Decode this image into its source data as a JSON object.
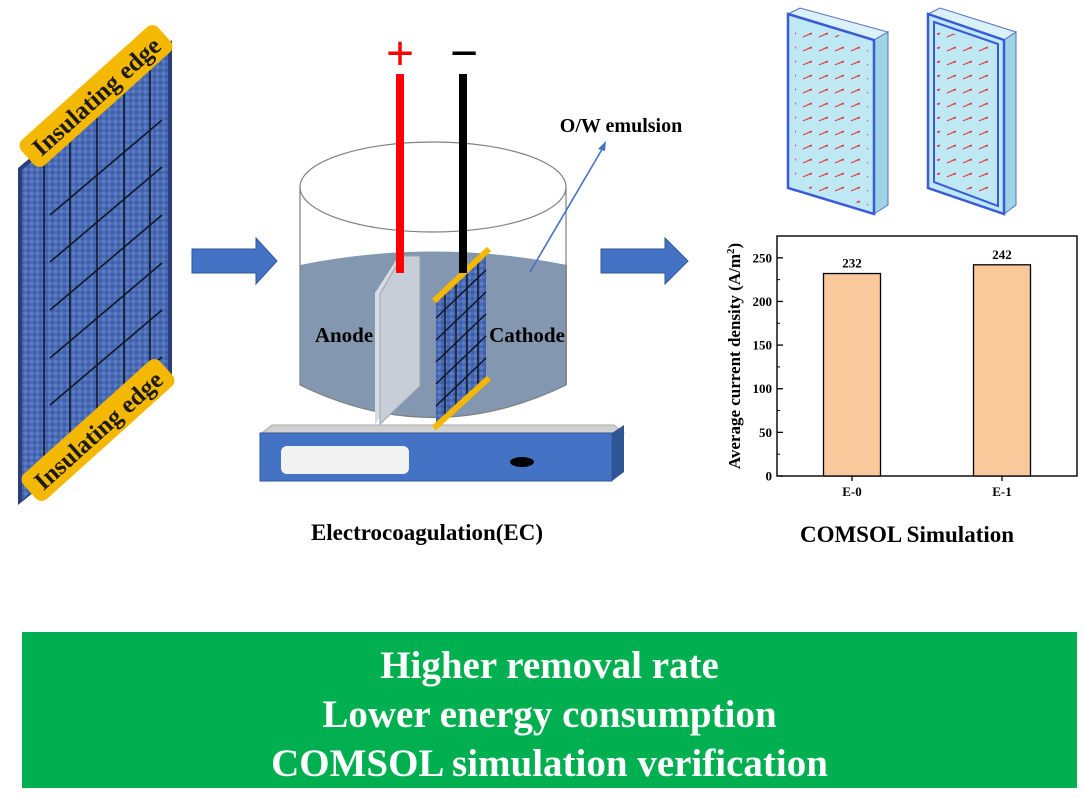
{
  "electrode": {
    "insulating_top": "Insulating edge",
    "insulating_bottom": "Insulating edge"
  },
  "ec_cell": {
    "plus_sign": "+",
    "minus_sign": "−",
    "emulsion_label": "O/W emulsion",
    "anode_label": "Anode",
    "cathode_label": "Cathode",
    "caption": "Electrocoagulation(EC)"
  },
  "chart_data": {
    "type": "bar",
    "categories": [
      "E-0",
      "E-1"
    ],
    "values": [
      232,
      242
    ],
    "data_labels": [
      "232",
      "242"
    ],
    "ylabel_main": "Average current density (A/m",
    "ylabel_sup": "2",
    "ylabel_end": ")",
    "ylim": [
      0,
      275
    ],
    "yticks": [
      0,
      50,
      100,
      150,
      200,
      250
    ],
    "grid": false,
    "bar_color": "#f9c89b"
  },
  "simulation_caption": "COMSOL Simulation",
  "conclusions": [
    "Higher removal rate",
    "Lower energy consumption",
    "COMSOL simulation verification"
  ],
  "colors": {
    "electrode_blue": "#4a6bb5",
    "insulating_tape": "#f5b800",
    "arrow_blue": "#4472c4",
    "liquid": "#8497b0",
    "anode_wire": "#ff0000",
    "cathode_wire": "#000000",
    "banner_green": "#00b050",
    "model_cyan": "#bfe8f5"
  }
}
